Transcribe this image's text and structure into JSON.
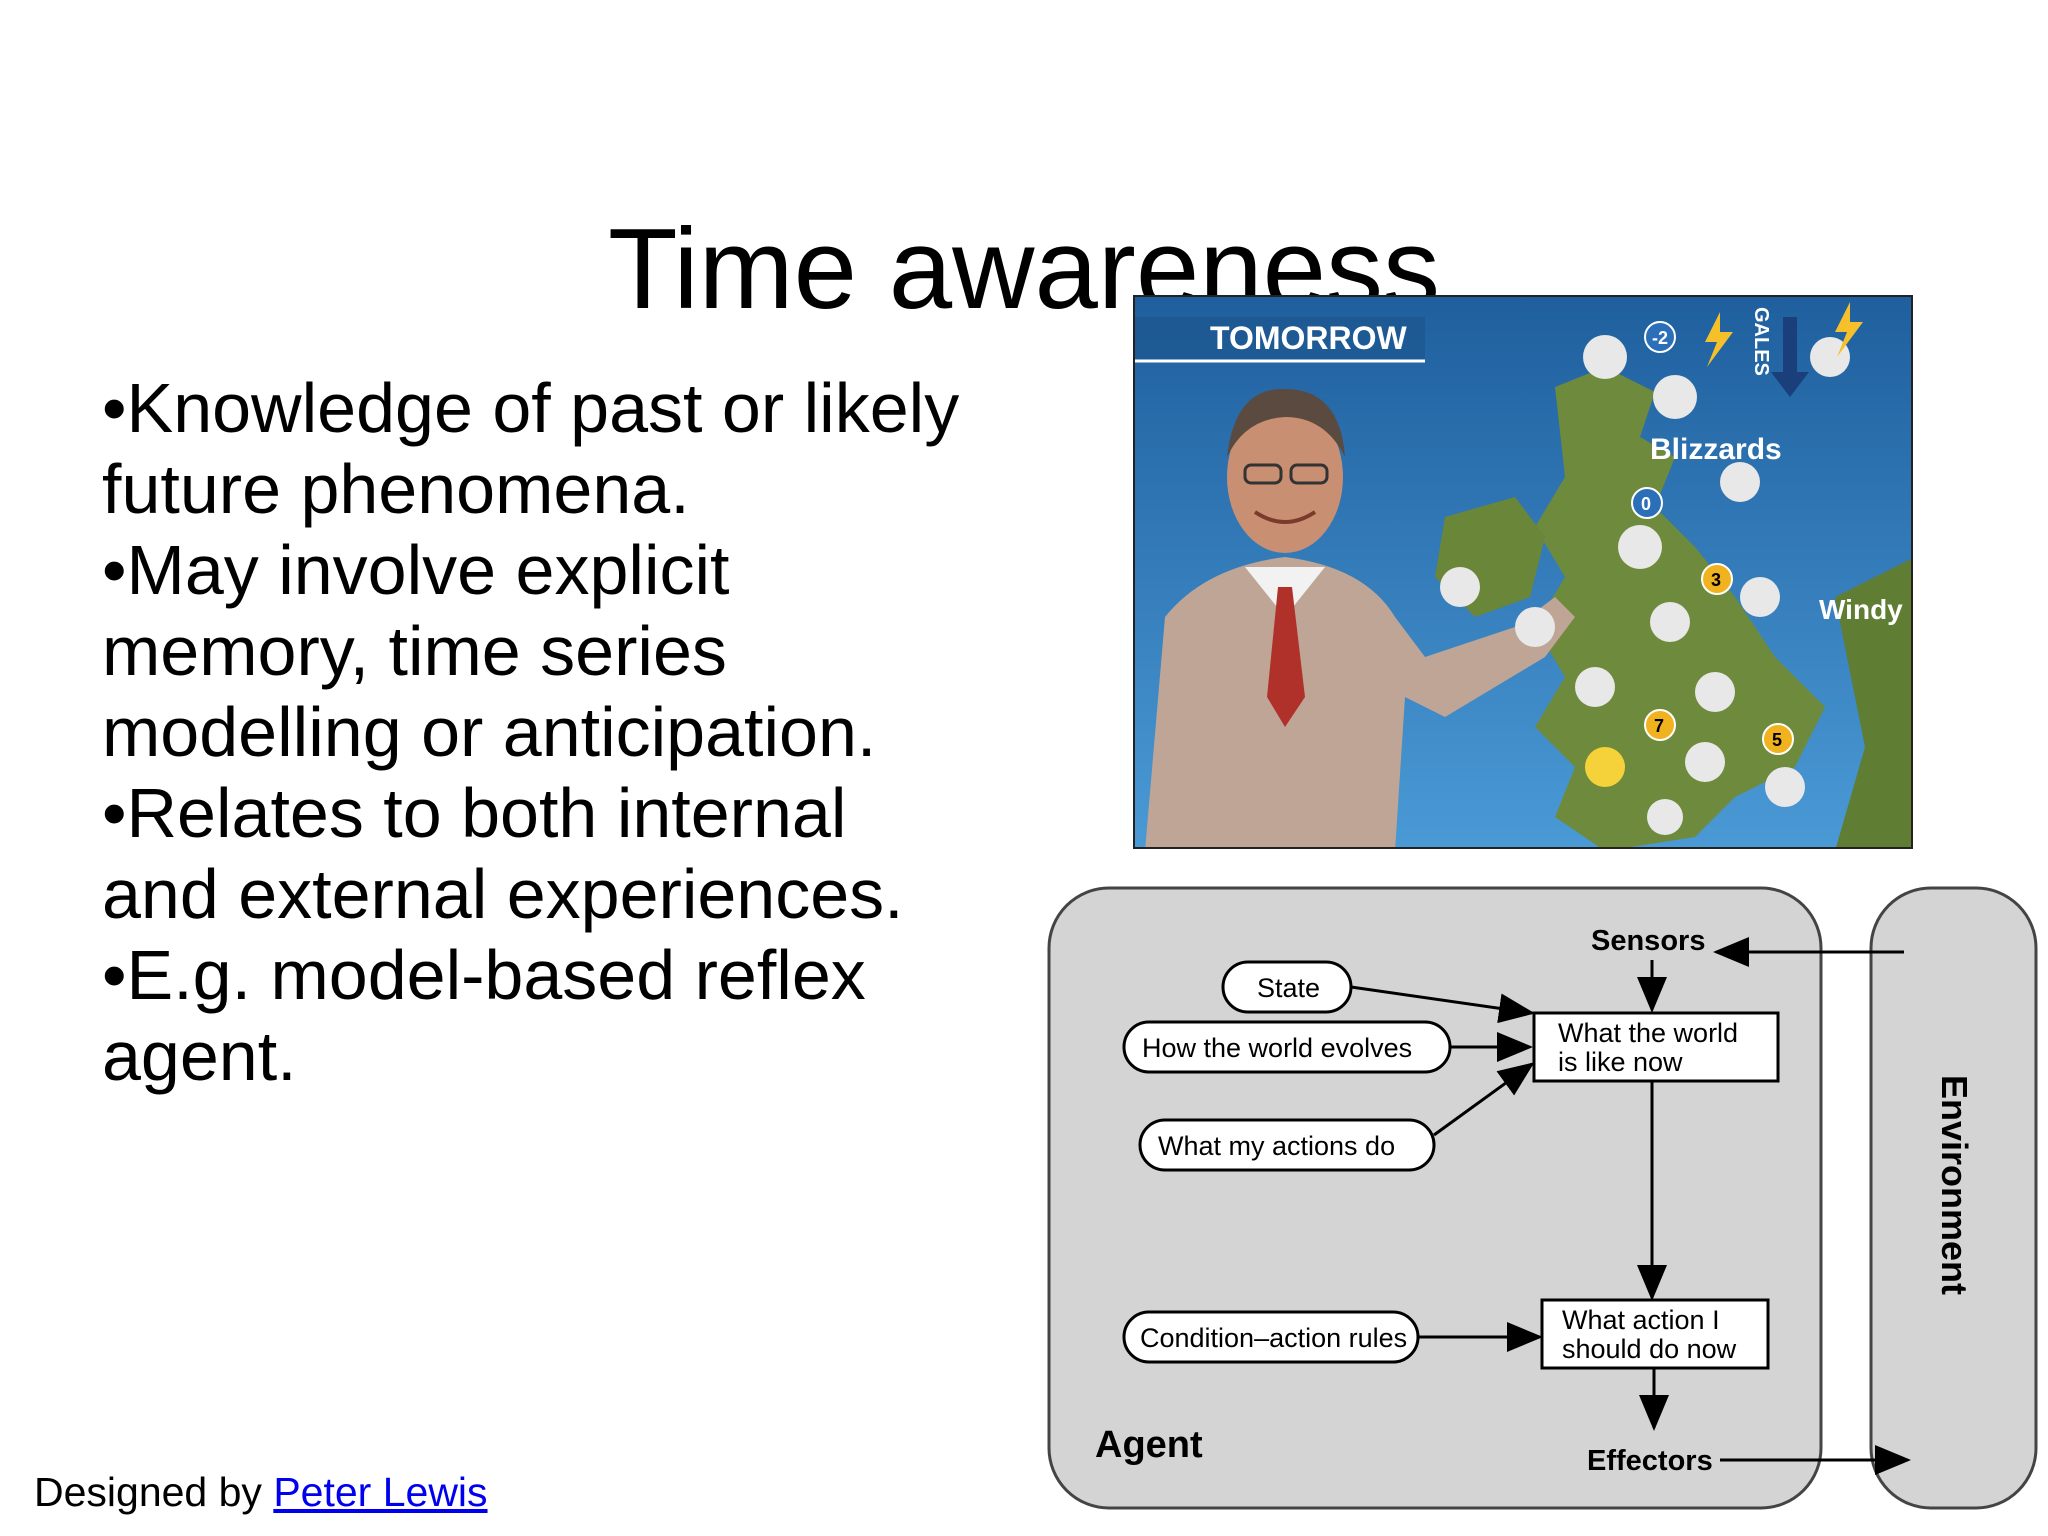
{
  "slide": {
    "title": "Time awareness",
    "bullets": [
      "•Knowledge of past or likely future phenomena.",
      "•May involve explicit memory, time series modelling or anticipation.",
      "•Relates to both internal and external experiences.",
      "•E.g. model-based reflex agent."
    ],
    "footer": {
      "prefix": "Designed by ",
      "link_text": "Peter Lewis"
    }
  },
  "weather_map": {
    "header": "TOMORROW",
    "labels": {
      "blizzards": "Blizzards",
      "windy": "Windy",
      "gales": "GALES"
    },
    "temperatures": [
      "-2",
      "0",
      "3",
      "7",
      "5"
    ]
  },
  "diagram": {
    "sensors": "Sensors",
    "state": "State",
    "how_world_evolves": "How the world evolves",
    "what_my_actions_do": "What my actions do",
    "world_now_line1": "What the world",
    "world_now_line2": "is like now",
    "condition_action_rules": "Condition–action rules",
    "action_line1": "What action I",
    "action_line2": "should do now",
    "agent": "Agent",
    "effectors": "Effectors",
    "environment": "Environment"
  },
  "colors": {
    "link": "#0000ee",
    "map_sky": "#2f7fc0",
    "land": "#6e8a3c",
    "diagram_panel": "#d4d4d4"
  }
}
